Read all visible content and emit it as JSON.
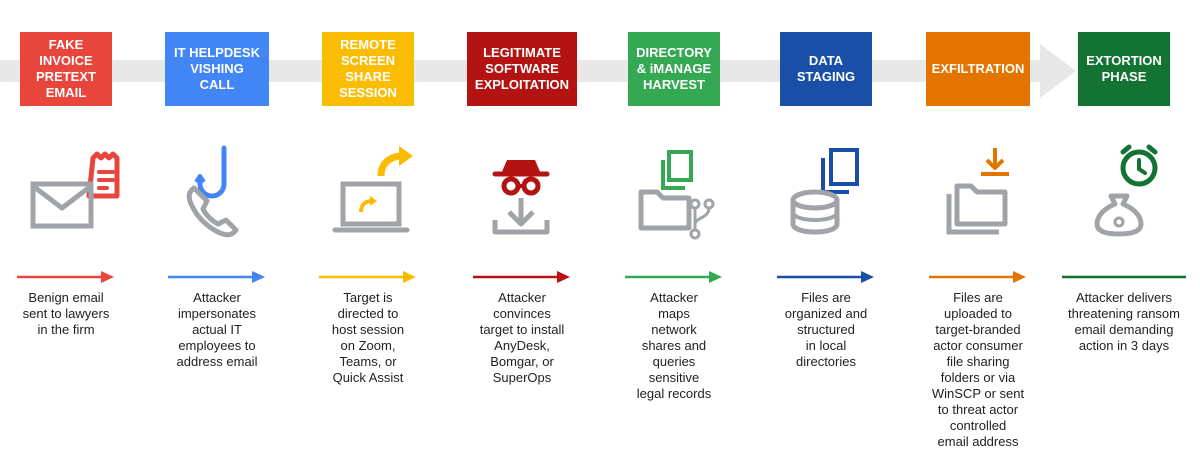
{
  "colors": {
    "red": "#e8453c",
    "blue": "#4285f4",
    "yellow": "#fbbc04",
    "darkred": "#b31412",
    "green": "#34a853",
    "navy": "#1a4fa8",
    "orange": "#e37400",
    "darkgreen": "#137333",
    "gray": "#a0a4a8",
    "band": "#e8e8e8"
  },
  "stages": [
    {
      "title": "FAKE\nINVOICE\nPRETEXT\nEMAIL",
      "description": "Benign email\nsent to lawyers\nin the firm",
      "color": "#e8453c",
      "icon": "email-invoice-icon"
    },
    {
      "title": "IT HELPDESK\nVISHING\nCALL",
      "description": "Attacker\nimpersonates\nactual IT\nemployees to\naddress email",
      "color": "#4285f4",
      "icon": "phone-hook-icon"
    },
    {
      "title": "REMOTE\nSCREEN\nSHARE\nSESSION",
      "description": "Target is\ndirected to\nhost session\non Zoom,\nTeams, or\nQuick Assist",
      "color": "#fbbc04",
      "icon": "laptop-share-icon"
    },
    {
      "title": "LEGITIMATE\nSOFTWARE\nEXPLOITATION",
      "description": "Attacker\nconvinces\ntarget to install\nAnyDesk,\nBomgar, or\nSuperOps",
      "color": "#b31412",
      "icon": "spy-download-icon"
    },
    {
      "title": "DIRECTORY\n& iMANAGE\nHARVEST",
      "description": "Attacker\nmaps\nnetwork\nshares and\nqueries\nsensitive\nlegal records",
      "color": "#34a853",
      "icon": "folder-fork-icon"
    },
    {
      "title": "DATA\nSTAGING",
      "description": "Files are\norganized and\nstructured\nin local\ndirectories",
      "color": "#1a4fa8",
      "icon": "database-copy-icon"
    },
    {
      "title": "EXFILTRATION",
      "description": "Files are\nuploaded to\ntarget-branded\nactor consumer\nfile sharing\nfolders or via\nWinSCP or sent\nto threat actor\ncontrolled\nemail address",
      "color": "#e37400",
      "icon": "folder-download-icon"
    },
    {
      "title": "EXTORTION\nPHASE",
      "description": "Attacker delivers\nthreatening ransom\nemail demanding\naction in 3 days",
      "color": "#137333",
      "icon": "moneybag-clock-icon"
    }
  ]
}
